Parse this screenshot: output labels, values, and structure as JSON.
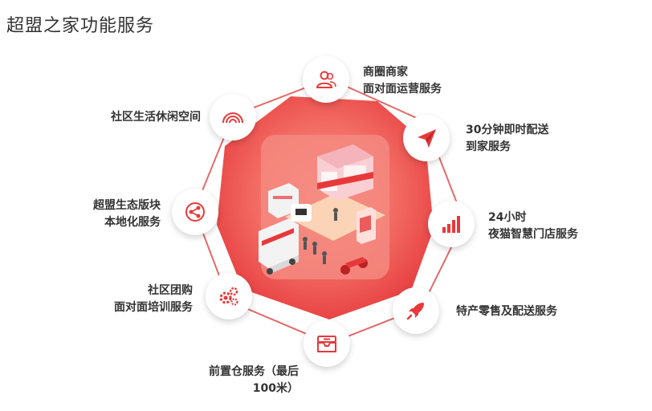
{
  "title": "超盟之家功能服务",
  "colors": {
    "accent": "#e8393a",
    "octagon_outer": "#ee4b4b",
    "octagon_inner": "#f7847a",
    "outline": "#e46a6a"
  },
  "services": [
    {
      "icon": "user-group-icon",
      "lines": [
        "商圈商家",
        "面对面运营服务"
      ]
    },
    {
      "icon": "paper-plane-icon",
      "lines": [
        "30分钟即时配送",
        "到家服务"
      ]
    },
    {
      "icon": "bar-chart-icon",
      "lines": [
        "24小时",
        "夜猫智慧门店服务"
      ]
    },
    {
      "icon": "rocket-icon",
      "lines": [
        "特产零售及配送服务"
      ]
    },
    {
      "icon": "inbox-tray-icon",
      "lines": [
        "前置仓服务（最后",
        "100米）"
      ]
    },
    {
      "icon": "gears-icon",
      "lines": [
        "社区团购",
        "面对面培训服务"
      ]
    },
    {
      "icon": "share-nodes-icon",
      "lines": [
        "超盟生态版块",
        "本地化服务"
      ]
    },
    {
      "icon": "rainbow-icon",
      "lines": [
        "社区生活休闲空间"
      ]
    }
  ]
}
